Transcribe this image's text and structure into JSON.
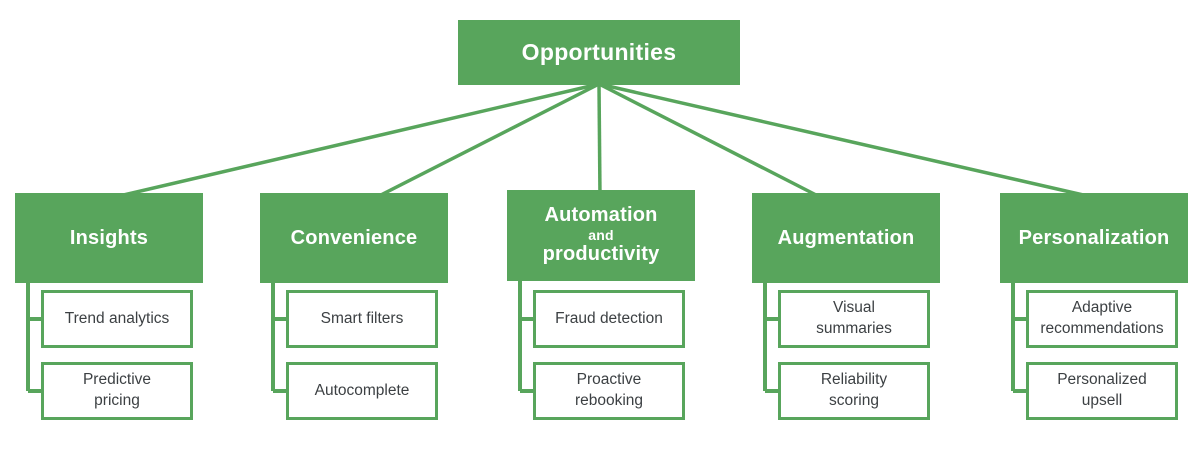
{
  "diagram": {
    "colors": {
      "green": "#58a55c",
      "white": "#ffffff",
      "text_dark": "#3c4043"
    },
    "root": {
      "label": "Opportunities"
    },
    "categories": [
      {
        "label": "Insights",
        "children": [
          "Trend analytics",
          "Predictive\npricing"
        ]
      },
      {
        "label": "Convenience",
        "children": [
          "Smart filters",
          "Autocomplete"
        ]
      },
      {
        "label": "Automation and productivity",
        "lines": [
          "Automation",
          "and",
          "productivity"
        ],
        "children": [
          "Fraud detection",
          "Proactive\nrebooking"
        ]
      },
      {
        "label": "Augmentation",
        "children": [
          "Visual\nsummaries",
          "Reliability\nscoring"
        ]
      },
      {
        "label": "Personalization",
        "children": [
          "Adaptive\nrecommendations",
          "Personalized\nupsell"
        ]
      }
    ]
  }
}
